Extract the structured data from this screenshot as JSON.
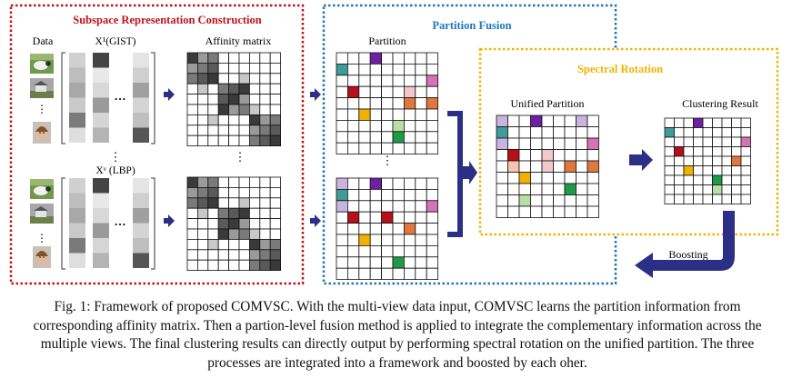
{
  "sections": {
    "subspace": {
      "title": "Subspace Representation Construction",
      "color": "#c0121b"
    },
    "fusion": {
      "title": "Partition Fusion",
      "color": "#1f77b4"
    },
    "rotation": {
      "title": "Spectral  Rotation",
      "color": "#f0b400"
    }
  },
  "labels": {
    "data": "Data",
    "view1": "X¹(GIST)",
    "viewv": "Xᵛ (LBP)",
    "affinity": "Affinity matrix",
    "partition": "Partition",
    "unified": "Unified Partition",
    "result": "Clustering  Result",
    "boosting": "Boosting",
    "dots_h": "…",
    "dots_v": "⋮"
  },
  "colors": {
    "arrow": "#2b2f86",
    "teal": "#3f9c98",
    "purple": "#6d21a2",
    "red": "#b8101b",
    "orange": "#e0773f",
    "yellow": "#f2b100",
    "green": "#1f9a46",
    "lightgreen": "#b9dea6",
    "pink": "#d474b7",
    "lavender": "#c8b4dd",
    "lightpink": "#f1c9cc",
    "peach": "#f6c5b0"
  },
  "caption": "Fig. 1: Framework of proposed COMVSC. With the multi-view data input, COMVSC learns the partition information from corresponding affinity matrix. Then a partion-level fusion method is applied to integrate the complementary information across the multiple views. The final clustering results can directly output by performing spectral rotation on the unified partition. The three processes are integrated into a framework and boosted by each oher."
}
